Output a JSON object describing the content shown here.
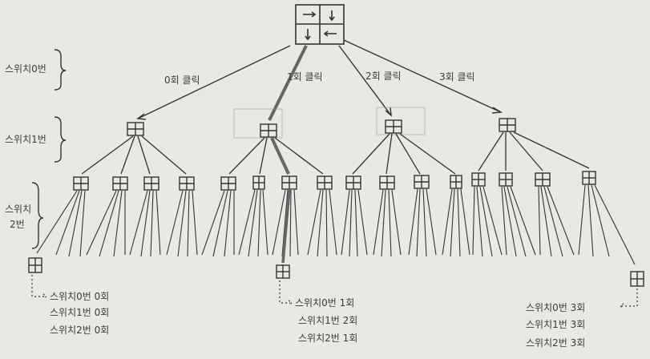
{
  "levels": {
    "switch0": "스위치0번",
    "switch1": "스위치1번",
    "switch2_line1": "스위치",
    "switch2_line2": "2번"
  },
  "edges": {
    "click0": "0회 클릭",
    "click1": "1회 클릭",
    "click2": "2회 클릭",
    "click3": "3회 클릭"
  },
  "notes": {
    "left": [
      "스위치0번 0회",
      "스위치1번 0회",
      "스위치2번 0회"
    ],
    "middle": [
      "스위치0번 1회",
      "스위치1번 2회",
      "스위치2번 1회"
    ],
    "right": [
      "스위치0번 3회",
      "스위치1번 3회",
      "스위치2번 3회"
    ]
  },
  "colors": {
    "ink": "#3b3b3b",
    "paper": "#e9e8e4",
    "highlight": "#7a7a7a"
  }
}
